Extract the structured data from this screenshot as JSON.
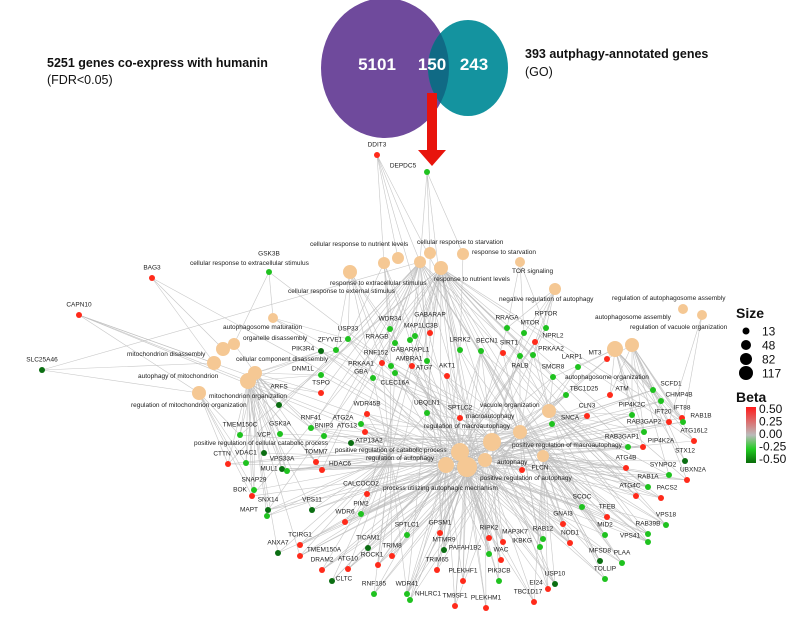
{
  "venn": {
    "left_label_line1": "5251 genes co-express with humanin",
    "left_label_line2": "(FDR<0.05)",
    "right_label_line1": "393 autphagy-annotated genes",
    "right_label_line2": "(GO)",
    "left_only": "5101",
    "overlap": "150",
    "right_only": "243",
    "colors": {
      "left": "#6f4a9c",
      "right": "#14939f",
      "overlap": "#106a85",
      "arrow": "#e8140c"
    }
  },
  "legend": {
    "size_title": "Size",
    "sizes": [
      "13",
      "48",
      "82",
      "117"
    ],
    "beta_title": "Beta",
    "beta_ticks": [
      "0.50",
      "0.25",
      "0.00",
      "-0.25",
      "-0.50"
    ],
    "colors": {
      "high": "#ff1a1a",
      "mid": "#bbbbbb",
      "low": "#0a6b0a"
    }
  },
  "network": {
    "term_color": "#f5c894",
    "terms": [
      "cellular response to nutrient levels",
      "cellular response to extracellular stimulus",
      "response to extracellular stimulus",
      "cellular response to external stimulus",
      "cellular response to starvation",
      "response to starvation",
      "response to nutrient levels",
      "TOR signaling",
      "negative regulation of autophagy",
      "regulation of autophagosome assembly",
      "regulation of vacuole organization",
      "autophagosome assembly",
      "autophagosome organization",
      "autophagosome maturation",
      "organelle disassembly",
      "mitochondrion disassembly",
      "autophagy of mitochondrion",
      "cellular component disassembly",
      "mitochondrion organization",
      "regulation of mitochondrion organization",
      "vacuole organization",
      "regulation of macroautophagy",
      "macroautophagy",
      "positive regulation of catabolic process",
      "positive regulation of autophagy",
      "positive regulation of cellular catabolic process",
      "regulation of autophagy",
      "positive regulation of macroautophagy",
      "autophagy",
      "process utilizing autophagic mechanism"
    ],
    "genes": [
      {
        "label": "DDIT3",
        "beta": 0.4
      },
      {
        "label": "DEPDC5",
        "beta": -0.3
      },
      {
        "label": "BAG3",
        "beta": 0.4
      },
      {
        "label": "GSK3B",
        "beta": -0.3
      },
      {
        "label": "CAPN10",
        "beta": 0.4
      },
      {
        "label": "SLC25A46",
        "beta": -0.45
      },
      {
        "label": "WDR34",
        "beta": -0.3
      },
      {
        "label": "MAP1LC3B",
        "beta": -0.3
      },
      {
        "label": "GABARAP",
        "beta": 0.4
      },
      {
        "label": "GABARAPL1",
        "beta": -0.3
      },
      {
        "label": "USP33",
        "beta": -0.3
      },
      {
        "label": "RRAGB",
        "beta": -0.3
      },
      {
        "label": "ZFYVE1",
        "beta": -0.3
      },
      {
        "label": "PIK3R4",
        "beta": -0.45
      },
      {
        "label": "AMBRA1",
        "beta": -0.3
      },
      {
        "label": "RNF152",
        "beta": 0.4
      },
      {
        "label": "CLEC16A",
        "beta": -0.3
      },
      {
        "label": "ATG7",
        "beta": 0.4
      },
      {
        "label": "DNM1L",
        "beta": -0.3
      },
      {
        "label": "GBA",
        "beta": -0.3
      },
      {
        "label": "PRKAA1",
        "beta": -0.3
      },
      {
        "label": "AKT1",
        "beta": 0.35
      },
      {
        "label": "TSPO",
        "beta": 0.4
      },
      {
        "label": "LRRK2",
        "beta": -0.3
      },
      {
        "label": "BECN1",
        "beta": -0.3
      },
      {
        "label": "SIRT1",
        "beta": 0.4
      },
      {
        "label": "RALB",
        "beta": -0.3
      },
      {
        "label": "PRKAA2",
        "beta": -0.3
      },
      {
        "label": "RRAGA",
        "beta": -0.3
      },
      {
        "label": "MTOR",
        "beta": -0.3
      },
      {
        "label": "RPTOR",
        "beta": -0.3
      },
      {
        "label": "NPRL2",
        "beta": 0.4
      },
      {
        "label": "MT3",
        "beta": 0.4
      },
      {
        "label": "LARP1",
        "beta": -0.3
      },
      {
        "label": "SMCR8",
        "beta": -0.3
      },
      {
        "label": "TBC1D25",
        "beta": -0.3
      },
      {
        "label": "ATM",
        "beta": 0.4
      },
      {
        "label": "SCFD1",
        "beta": -0.3
      },
      {
        "label": "CHMP4B",
        "beta": -0.3
      },
      {
        "label": "ARFS",
        "beta": -0.45
      },
      {
        "label": "WDR45B",
        "beta": 0.4
      },
      {
        "label": "ATG2A",
        "beta": -0.3
      },
      {
        "label": "UBQLN1",
        "beta": -0.3
      },
      {
        "label": "SPTLC2",
        "beta": 0.35
      },
      {
        "label": "RNF41",
        "beta": -0.3
      },
      {
        "label": "BNIP3",
        "beta": -0.3
      },
      {
        "label": "ATG13",
        "beta": 0.35
      },
      {
        "label": "ATP13A2",
        "beta": -0.45
      },
      {
        "label": "GSK3A",
        "beta": -0.3
      },
      {
        "label": "TMEM150C",
        "beta": -0.3
      },
      {
        "label": "VCP",
        "beta": -0.45
      },
      {
        "label": "VDAC1",
        "beta": -0.3
      },
      {
        "label": "CTTN",
        "beta": 0.4
      },
      {
        "label": "TOMM7",
        "beta": 0.4
      },
      {
        "label": "HDAC6",
        "beta": 0.35
      },
      {
        "label": "VPS33A",
        "beta": -0.45
      },
      {
        "label": "MUL1",
        "beta": -0.3
      },
      {
        "label": "SNAP29",
        "beta": -0.3
      },
      {
        "label": "BOK",
        "beta": 0.4
      },
      {
        "label": "CALCOCO2",
        "beta": 0.35
      },
      {
        "label": "SNX14",
        "beta": -0.45
      },
      {
        "label": "MAPT",
        "beta": -0.3
      },
      {
        "label": "VPS11",
        "beta": -0.45
      },
      {
        "label": "PIM2",
        "beta": -0.3
      },
      {
        "label": "WDR6",
        "beta": 0.4
      },
      {
        "label": "TCIRG1",
        "beta": 0.35
      },
      {
        "label": "ANXA7",
        "beta": -0.45
      },
      {
        "label": "TMEM150A",
        "beta": 0.35
      },
      {
        "label": "TICAM1",
        "beta": -0.45
      },
      {
        "label": "SPTLC1",
        "beta": -0.3
      },
      {
        "label": "GPSM1",
        "beta": 0.4
      },
      {
        "label": "MTMR9",
        "beta": -0.45
      },
      {
        "label": "TRIM65",
        "beta": 0.4
      },
      {
        "label": "TRIM8",
        "beta": 0.4
      },
      {
        "label": "ROCK1",
        "beta": 0.35
      },
      {
        "label": "DRAM2",
        "beta": 0.4
      },
      {
        "label": "ATG10",
        "beta": 0.4
      },
      {
        "label": "CLTC",
        "beta": -0.45
      },
      {
        "label": "RNF185",
        "beta": -0.3
      },
      {
        "label": "WDR41",
        "beta": -0.3
      },
      {
        "label": "NHLRC1",
        "beta": -0.3
      },
      {
        "label": "SNCA",
        "beta": -0.3
      },
      {
        "label": "CLN3",
        "beta": 0.35
      },
      {
        "label": "PIP4K2C",
        "beta": -0.3
      },
      {
        "label": "IFT88",
        "beta": 0.4
      },
      {
        "label": "IFT20",
        "beta": 0.4
      },
      {
        "label": "RAB1B",
        "beta": -0.3
      },
      {
        "label": "RAB3GAP2",
        "beta": -0.3
      },
      {
        "label": "ATG16L2",
        "beta": 0.4
      },
      {
        "label": "RAB3GAP1",
        "beta": -0.3
      },
      {
        "label": "PIP4K2A",
        "beta": 0.35
      },
      {
        "label": "STX12",
        "beta": -0.45
      },
      {
        "label": "FLCN",
        "beta": 0.4
      },
      {
        "label": "ATG4B",
        "beta": 0.4
      },
      {
        "label": "SYNPO2",
        "beta": -0.3
      },
      {
        "label": "UBXN2A",
        "beta": 0.35
      },
      {
        "label": "RAB1A",
        "beta": -0.3
      },
      {
        "label": "ATG4C",
        "beta": 0.4
      },
      {
        "label": "PACS2",
        "beta": 0.4
      },
      {
        "label": "SCOC",
        "beta": -0.3
      },
      {
        "label": "TFEB",
        "beta": 0.4
      },
      {
        "label": "GNAI3",
        "beta": 0.35
      },
      {
        "label": "VPS18",
        "beta": -0.3
      },
      {
        "label": "RAB39B",
        "beta": -0.3
      },
      {
        "label": "VPS41",
        "beta": -0.3
      },
      {
        "label": "MID2",
        "beta": -0.3
      },
      {
        "label": "RAB12",
        "beta": -0.3
      },
      {
        "label": "NOD1",
        "beta": 0.4
      },
      {
        "label": "IKBKG",
        "beta": -0.3
      },
      {
        "label": "MFSD8",
        "beta": -0.45
      },
      {
        "label": "PLAA",
        "beta": -0.3
      },
      {
        "label": "TOLLIP",
        "beta": -0.3
      },
      {
        "label": "USP10",
        "beta": -0.45
      },
      {
        "label": "EI24",
        "beta": 0.4
      },
      {
        "label": "TBC1D17",
        "beta": 0.4
      },
      {
        "label": "RIPK2",
        "beta": 0.35
      },
      {
        "label": "PAFAH1B2",
        "beta": -0.3
      },
      {
        "label": "MAP3K7",
        "beta": 0.4
      },
      {
        "label": "WAC",
        "beta": 0.4
      },
      {
        "label": "PIK3CB",
        "beta": -0.3
      },
      {
        "label": "PLEKHF1",
        "beta": 0.4
      },
      {
        "label": "TM9SF1",
        "beta": 0.35
      },
      {
        "label": "PLEKHM1",
        "beta": 0.4
      }
    ]
  }
}
